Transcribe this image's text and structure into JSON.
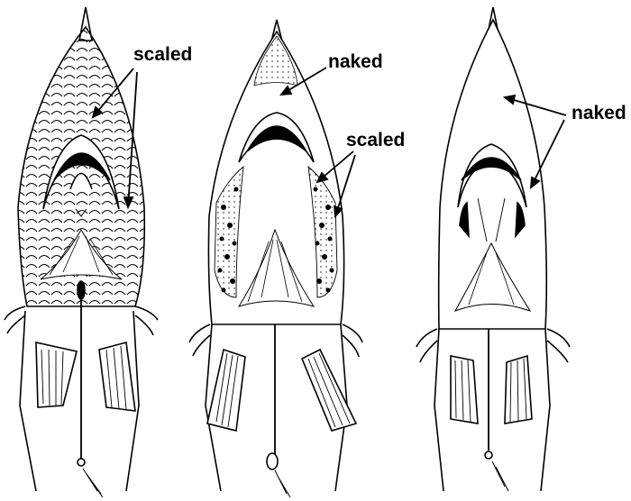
{
  "labels": {
    "fish1_scaled": "scaled",
    "fish2_naked": "naked",
    "fish2_scaled": "scaled",
    "fish3_naked": "naked"
  },
  "colors": {
    "ink": "#000000",
    "paper": "#ffffff"
  }
}
